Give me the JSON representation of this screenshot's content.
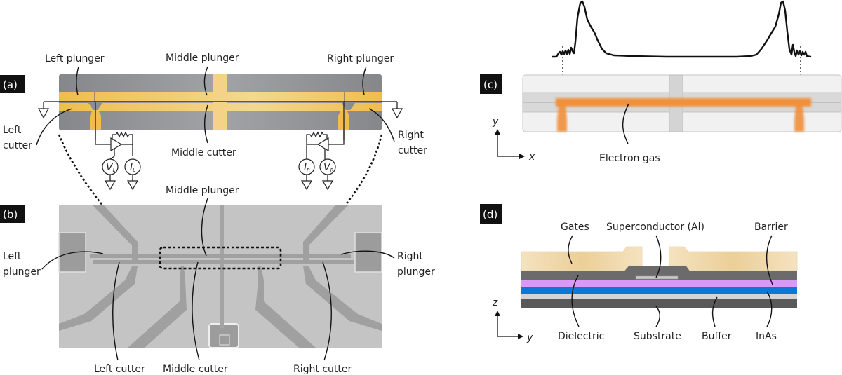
{
  "figure": {
    "panels": {
      "a": {
        "tag": "(a)",
        "labels": {
          "left_plunger": "Left plunger",
          "middle_plunger": "Middle plunger",
          "right_plunger": "Right plunger",
          "left_cutter_1": "Left",
          "left_cutter_2": "cutter",
          "middle_cutter": "Middle cutter",
          "right_cutter_1": "Right",
          "right_cutter_2": "cutter"
        },
        "meters": {
          "vl": "V",
          "vl_sub": "L",
          "il": "I",
          "il_sub": "L",
          "ir": "I",
          "ir_sub": "R",
          "vr": "V",
          "vr_sub": "R"
        },
        "colors": {
          "gate": "#f0c25a",
          "chip": "#8e8f93"
        }
      },
      "b": {
        "tag": "(b)",
        "labels": {
          "middle_plunger": "Middle plunger",
          "left_plunger_1": "Left",
          "left_plunger_2": "plunger",
          "right_plunger_1": "Right",
          "right_plunger_2": "plunger",
          "left_cutter": "Left cutter",
          "middle_cutter": "Middle cutter",
          "right_cutter": "Right cutter"
        }
      },
      "c": {
        "tag": "(c)",
        "labels": {
          "electron_gas": "Electron gas",
          "axis_y": "y",
          "axis_x": "x"
        },
        "colors": {
          "electron_gas": "#f0903a"
        }
      },
      "d": {
        "tag": "(d)",
        "labels": {
          "gates": "Gates",
          "superconductor": "Superconductor (Al)",
          "barrier": "Barrier",
          "dielectric": "Dielectric",
          "substrate": "Substrate",
          "buffer": "Buffer",
          "inas": "InAs",
          "axis_z": "z",
          "axis_y": "y"
        },
        "layers": [
          {
            "name": "Gates",
            "color": "#efd3a0"
          },
          {
            "name": "Dielectric",
            "color": "#6b6b6b"
          },
          {
            "name": "Barrier",
            "color": "#d69cf5"
          },
          {
            "name": "InAs",
            "color": "#0a78d4"
          },
          {
            "name": "Buffer",
            "color": "#d4d4d4"
          },
          {
            "name": "Substrate",
            "color": "#595959"
          }
        ]
      }
    }
  }
}
